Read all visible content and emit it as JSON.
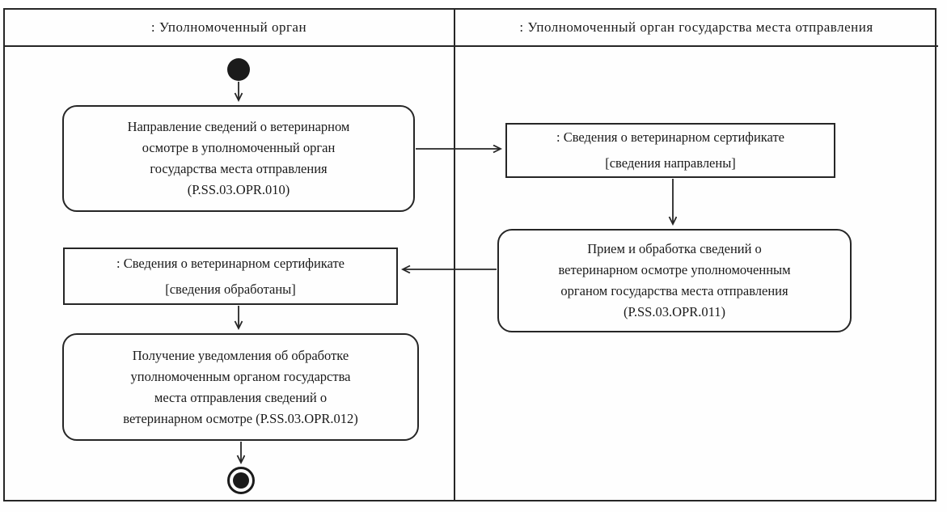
{
  "diagram": {
    "type": "uml-activity-swimlane",
    "lanes": [
      {
        "label": ": Уполномоченный орган"
      },
      {
        "label": ": Уполномоченный орган государства места отправления"
      }
    ],
    "nodes": {
      "activity_send": "Направление сведений о ветеринарном\nосмотре в уполномоченный орган\nгосударства места отправления\n(P.SS.03.OPR.010)",
      "object_sent_title": ": Сведения о ветеринарном сертификате",
      "object_sent_state": "[сведения направлены]",
      "activity_process": "Прием и обработка сведений о\nветеринарном осмотре уполномоченным\nорганом государства места отправления\n(P.SS.03.OPR.011)",
      "object_processed_title": ": Сведения о ветеринарном сертификате",
      "object_processed_state": "[сведения обработаны]",
      "activity_notify": "Получение уведомления об обработке\nуполномоченным органом государства\nместа отправления сведений о\nветеринарном осмотре (P.SS.03.OPR.012)"
    },
    "colors": {
      "line": "#262626",
      "node_fill": "#1b1b1b",
      "background": "#fefefe",
      "text": "#1a1a1a"
    }
  }
}
